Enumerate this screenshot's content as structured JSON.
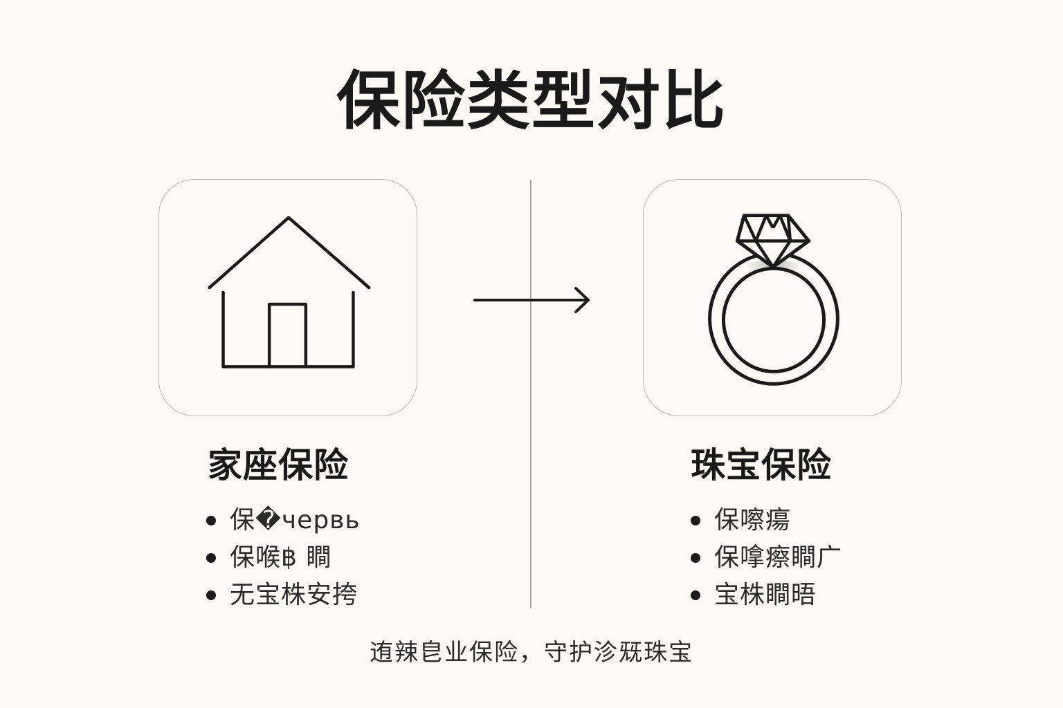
{
  "title": "保险类型对比",
  "left": {
    "icon": "house-icon",
    "heading": "家座保险",
    "bullets": [
      "保�червь",
      "保喉฿ 瞷",
      "无宝株安挎"
    ]
  },
  "right": {
    "icon": "diamond-ring-icon",
    "heading": "珠宝保险",
    "bullets": [
      "保嚓瘍",
      "保嗱瘵瞷广",
      "宝株瞷晤"
    ]
  },
  "arrow": "arrow-right-icon",
  "footer": "迶辣皀业保险，守护沴兓珠宝",
  "colors": {
    "background": "#fbfaf6",
    "text": "#1a1a1a",
    "card_border": "#b9b9b6",
    "divider": "#a9aaa8"
  }
}
